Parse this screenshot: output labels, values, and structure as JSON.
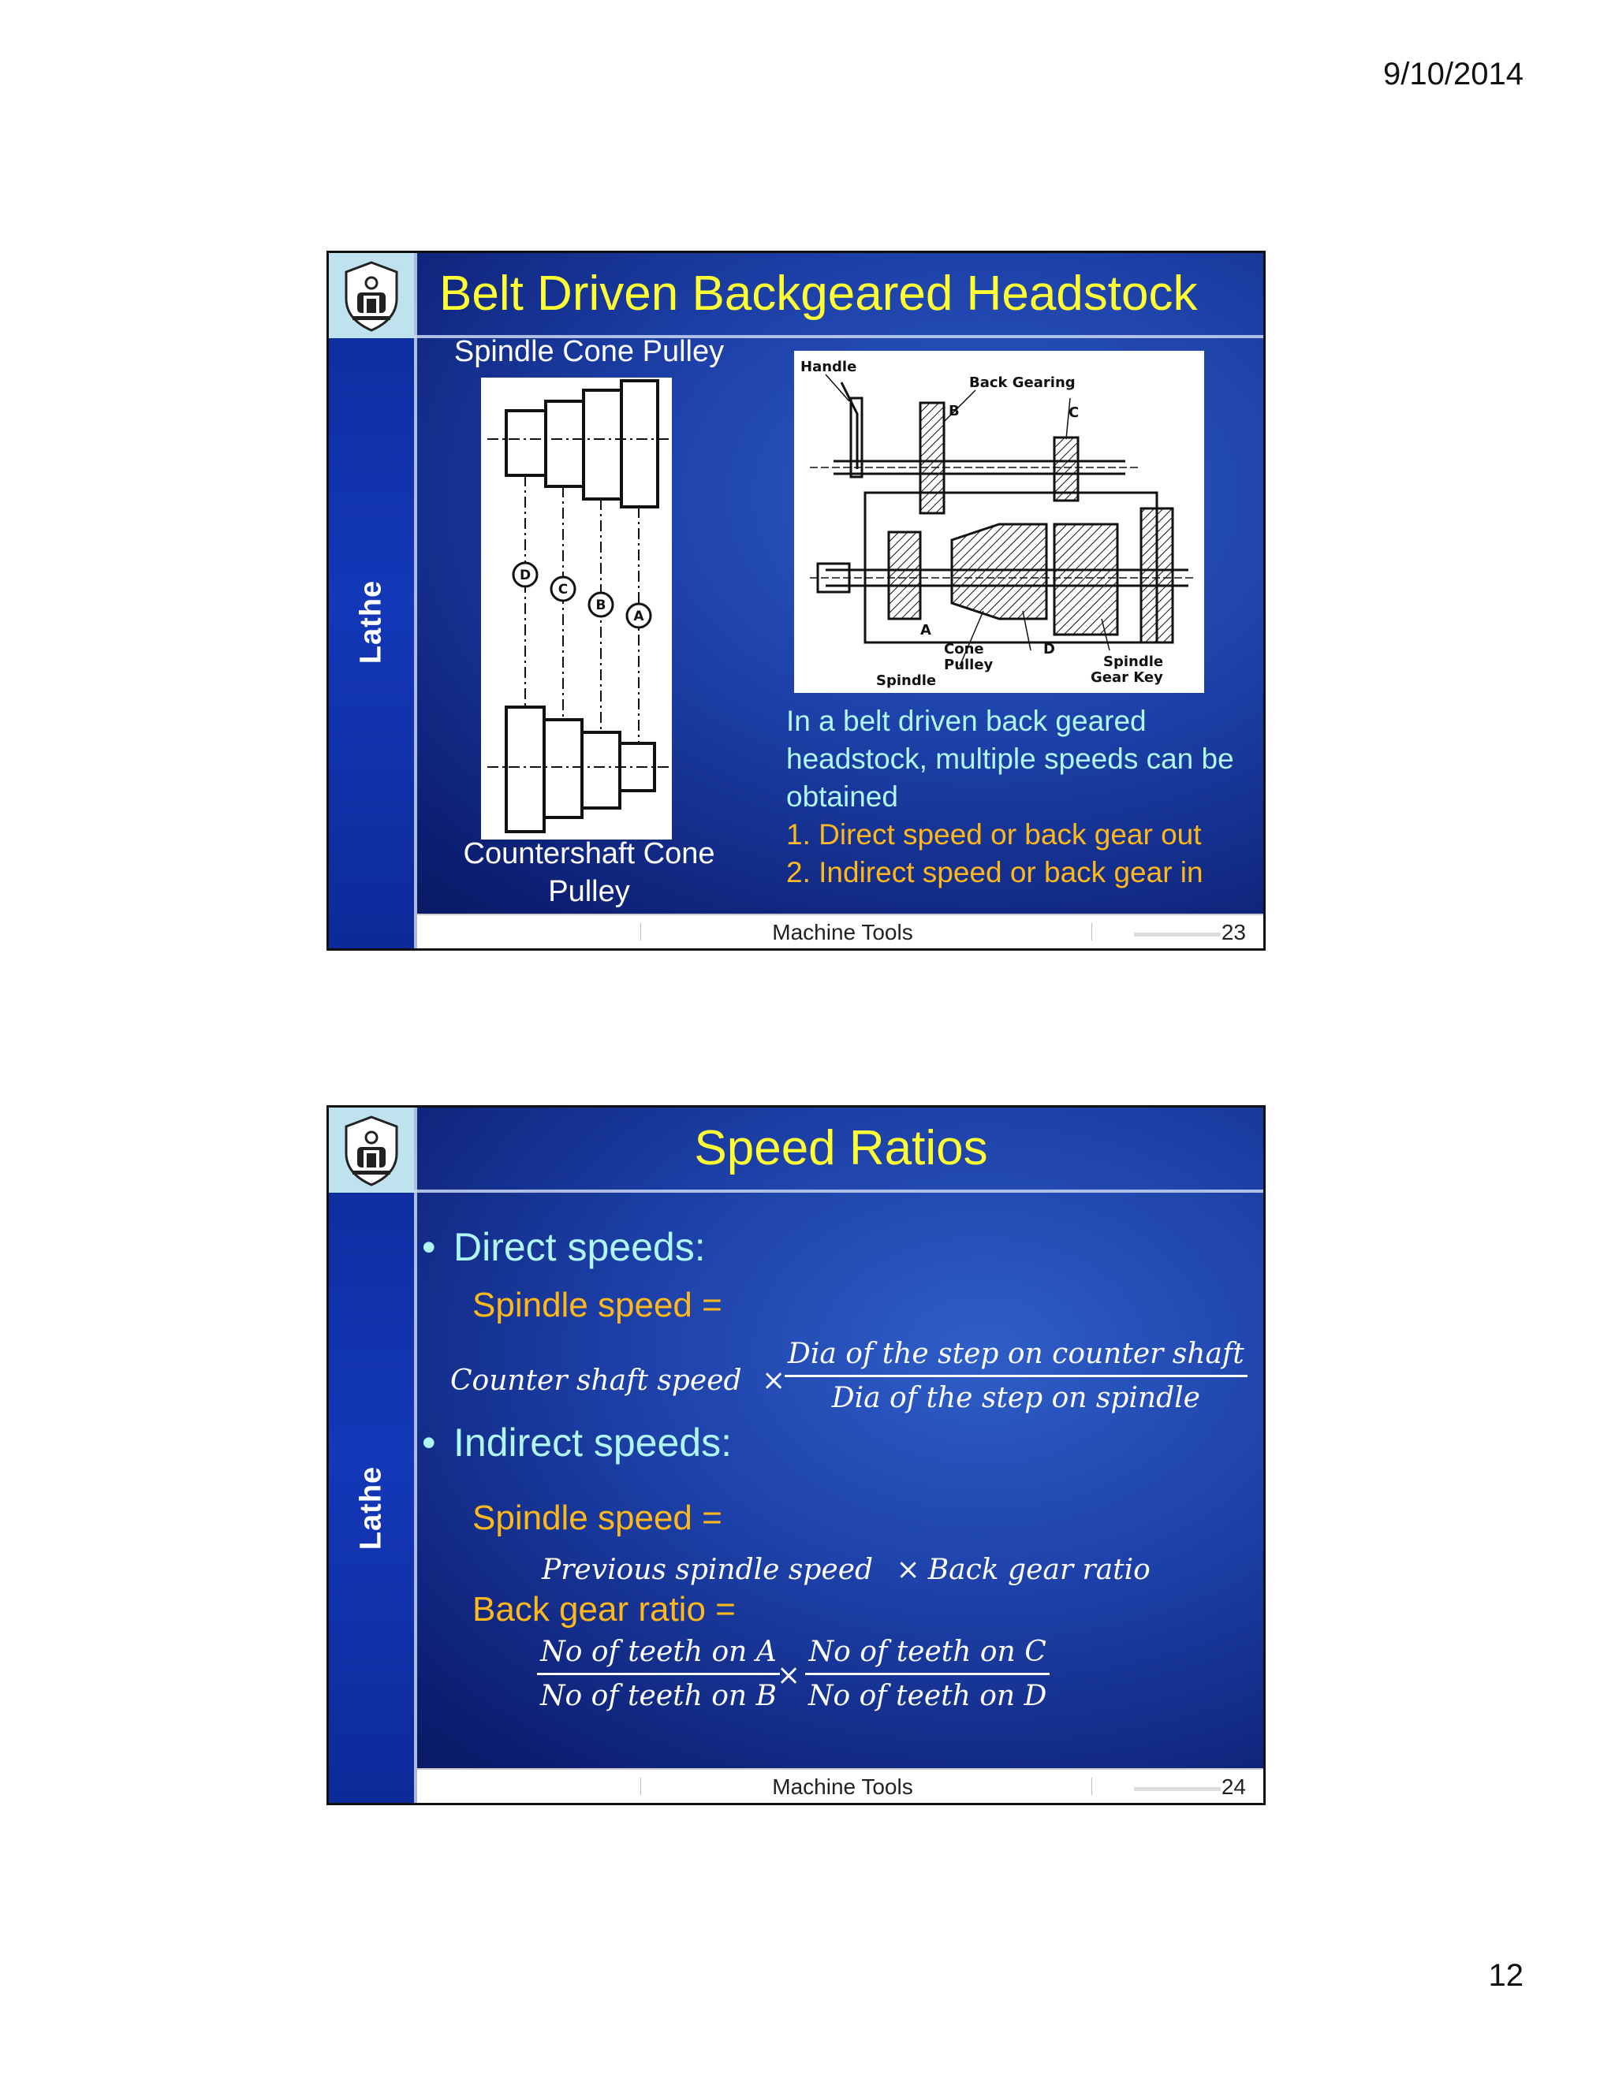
{
  "page": {
    "date": "9/10/2014",
    "page_number": "12"
  },
  "slide1": {
    "title": "Belt Driven Backgeared Headstock",
    "side_label": "Lathe",
    "cone_top_label": "Spindle Cone Pulley",
    "cone_bottom_label_line1": "Countershaft Cone",
    "cone_bottom_label_line2": "Pulley",
    "cone_steps": [
      "D",
      "C",
      "B",
      "A"
    ],
    "diagram_labels": {
      "handle": "Handle",
      "back_gearing": "Back Gearing",
      "b": "B",
      "c": "C",
      "a": "A",
      "d": "D",
      "cone_pulley_1": "Cone",
      "cone_pulley_2": "Pulley",
      "spindle": "Spindle",
      "spindle_gear_key_1": "Spindle",
      "spindle_gear_key_2": "Gear Key"
    },
    "description": "In a belt driven back geared headstock, multiple speeds can be obtained",
    "list": [
      "1. Direct speed or back gear out",
      "2. Indirect speed or back gear in"
    ],
    "footer_text": "Machine Tools",
    "footer_number": "23"
  },
  "slide2": {
    "title": "Speed Ratios",
    "side_label": "Lathe",
    "bullet_direct": "Direct speeds:",
    "direct_lhs": "Spindle speed =",
    "direct_term": "Counter shaft speed",
    "times": "×",
    "direct_num": "Dia of the step on counter shaft",
    "direct_den": "Dia of the step on spindle",
    "bullet_indirect": "Indirect speeds:",
    "indirect_lhs": "Spindle speed =",
    "indirect_rhs_a": "Previous spindle speed",
    "indirect_rhs_b": "Back gear ratio",
    "bgr_lhs": "Back gear ratio =",
    "bgr_num1": "No of teeth on A",
    "bgr_den1": "No of teeth on B",
    "bgr_num2": "No of teeth on C",
    "bgr_den2": "No of teeth on D",
    "footer_text": "Machine Tools",
    "footer_number": "24"
  }
}
